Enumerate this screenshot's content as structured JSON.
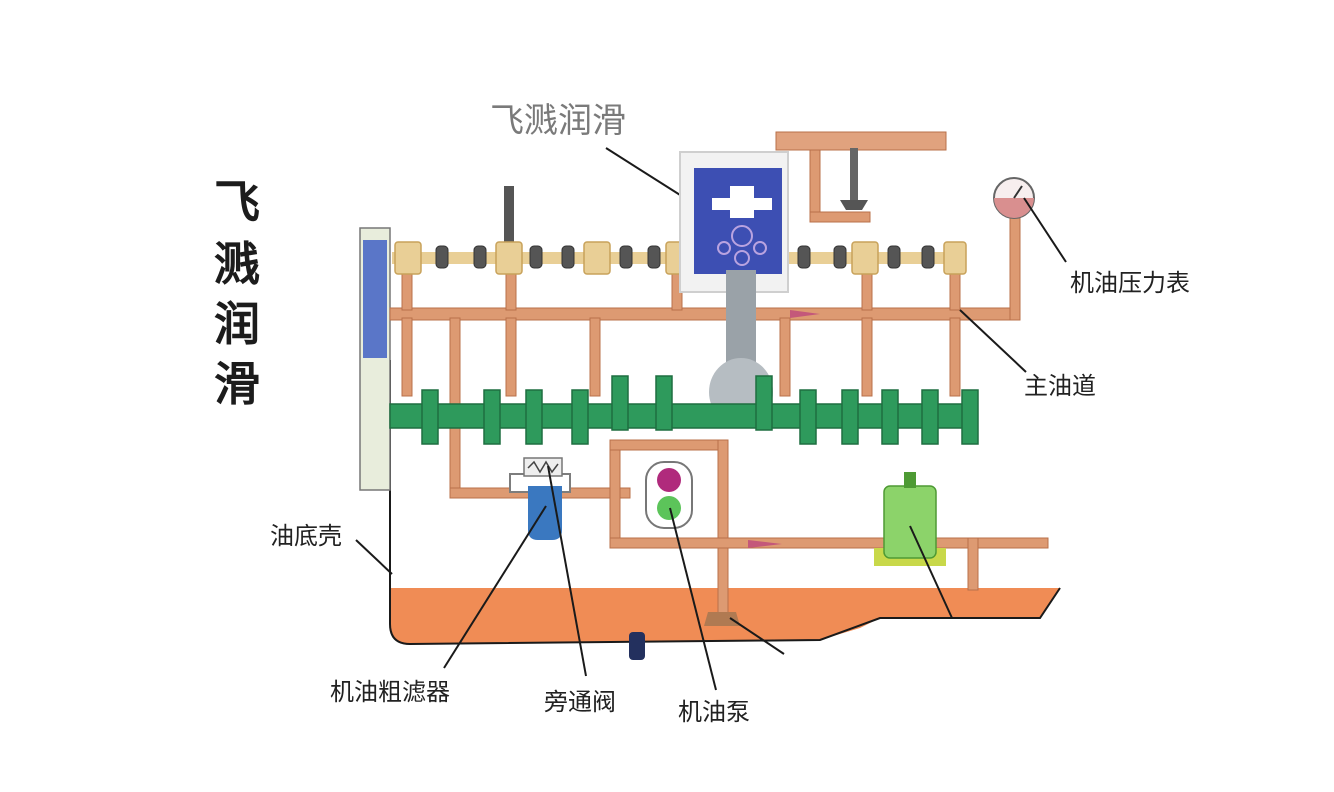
{
  "title_vertical": [
    "飞",
    "溅",
    "润",
    "滑"
  ],
  "top_label": "飞溅润滑",
  "labels": {
    "pressure_gauge": "机油压力表",
    "main_gallery": "主油道",
    "oil_pan": "油底壳",
    "coarse_filter": "机油粗滤器",
    "bypass_valve": "旁通阀",
    "oil_pump": "机油泵"
  },
  "colors": {
    "oil_line": "#dd9a72",
    "oil_sump": "#f08c55",
    "crankshaft": "#2e9a5c",
    "camshaft": "#e9cf96",
    "piston_block": "#3d4fb3",
    "filter": "#3a78c0",
    "pump_top": "#b02a7c",
    "pump_bottom": "#5cc45a",
    "fine_filter": "#8cd36a",
    "flywheel": "#5a76c8"
  }
}
